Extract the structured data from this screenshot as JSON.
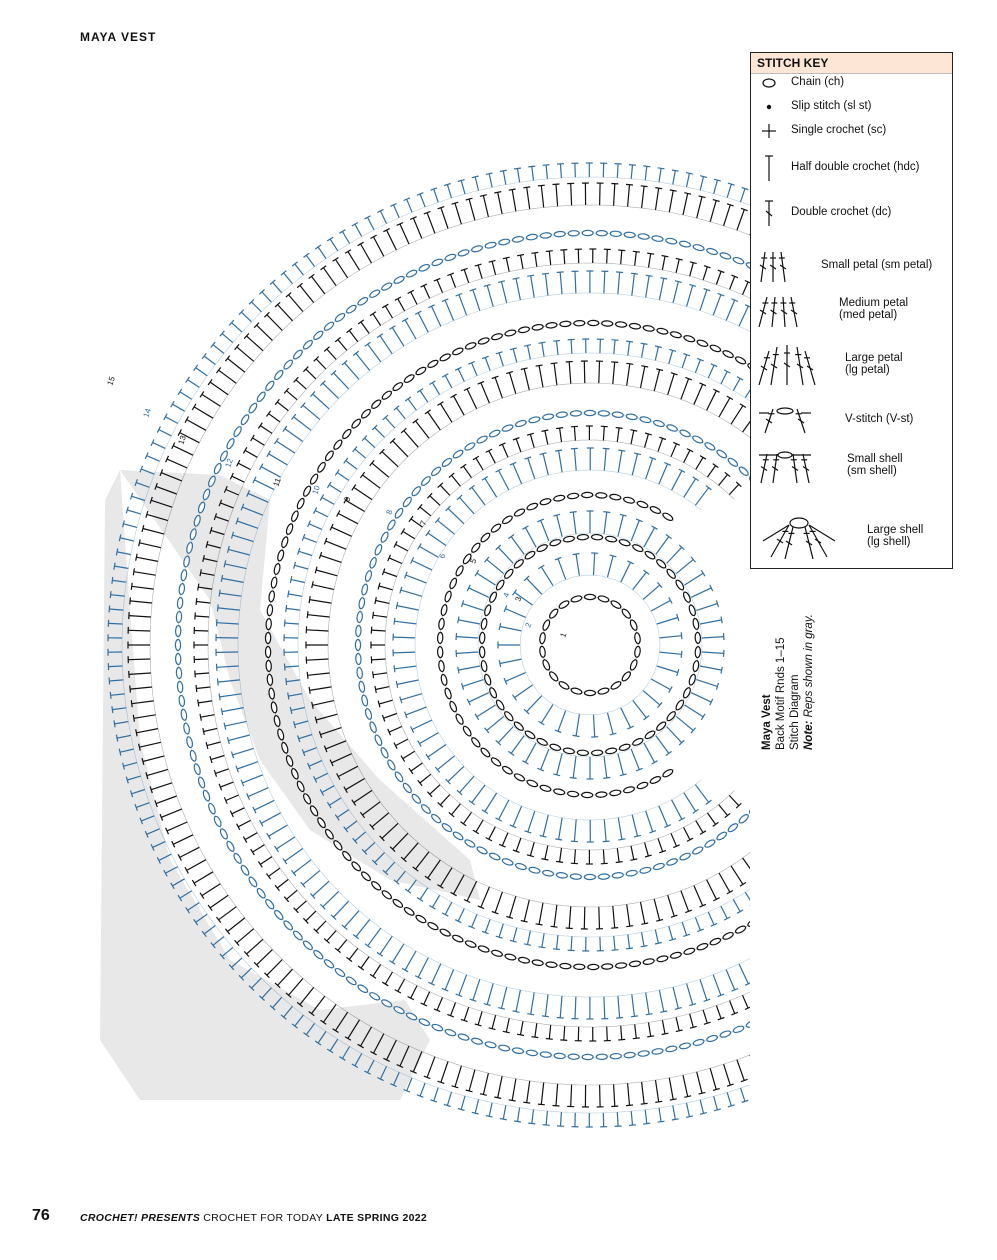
{
  "header": {
    "title": "MAYA VEST"
  },
  "stitch_key": {
    "title": "STITCH KEY",
    "items": [
      {
        "symbol": "chain-icon",
        "label": "Chain (ch)"
      },
      {
        "symbol": "slip-stitch-icon",
        "label": "Slip stitch (sl st)"
      },
      {
        "symbol": "single-crochet-icon",
        "label": "Single crochet (sc)"
      },
      {
        "symbol": "half-double-crochet-icon",
        "label": "Half double crochet (hdc)"
      },
      {
        "symbol": "double-crochet-icon",
        "label": "Double crochet (dc)"
      },
      {
        "symbol": "small-petal-icon",
        "label": "Small petal (sm petal)"
      },
      {
        "symbol": "medium-petal-icon",
        "label": [
          "Medium petal",
          "(med petal)"
        ]
      },
      {
        "symbol": "large-petal-icon",
        "label": [
          "Large petal",
          "(lg petal)"
        ]
      },
      {
        "symbol": "v-stitch-icon",
        "label": "V-stitch (V-st)"
      },
      {
        "symbol": "small-shell-icon",
        "label": [
          "Small shell",
          "(sm shell)"
        ]
      },
      {
        "symbol": "large-shell-icon",
        "label": [
          "Large shell",
          "(lg shell)"
        ]
      }
    ]
  },
  "caption": {
    "title": "Maya Vest",
    "line2": "Back Motif Rnds 1–15",
    "line3": "Stitch Diagram",
    "note_label": "Note:",
    "note_text": " Reps shown in gray."
  },
  "diagram": {
    "round_numbers": [
      "1",
      "2",
      "3",
      "4",
      "5",
      "6",
      "7",
      "8",
      "9",
      "10",
      "11",
      "12",
      "13",
      "14",
      "15"
    ],
    "colors": {
      "black": "#111111",
      "blue": "#2f6fa3",
      "gray": "#e8e8e8"
    }
  },
  "footer": {
    "page_number": "76",
    "brand": "CROCHET! PRESENTS",
    "publication": " CROCHET FOR TODAY ",
    "issue": "LATE SPRING 2022"
  }
}
